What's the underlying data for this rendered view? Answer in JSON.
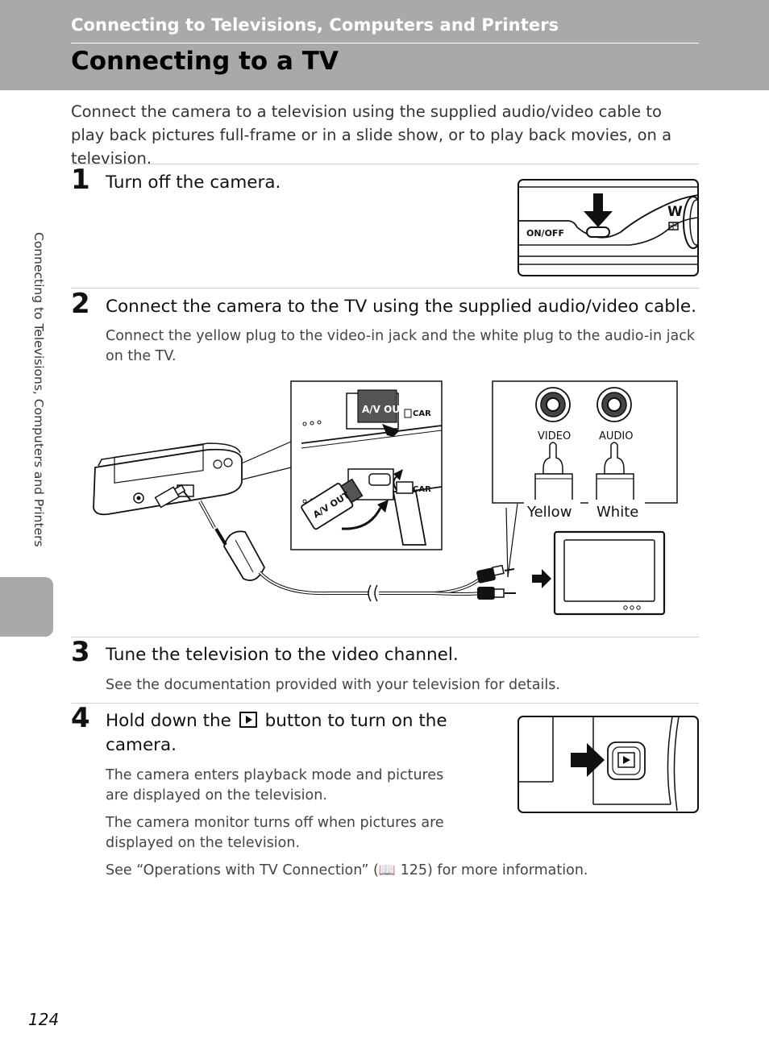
{
  "header": {
    "section_title": "Connecting to Televisions, Computers and Printers",
    "page_title": "Connecting to a TV"
  },
  "intro": "Connect the camera to a television using the supplied audio/video cable to play back pictures full-frame or in a slide show, or to play back movies, on a television.",
  "side_tab": {
    "label": "Connecting to Televisions, Computers and Printers"
  },
  "steps": [
    {
      "number": "1",
      "title": "Turn off the camera."
    },
    {
      "number": "2",
      "title": "Connect the camera to the TV using the supplied audio/video cable.",
      "body": "Connect the yellow plug to the video-in jack and the white plug to the audio-in jack on the TV."
    },
    {
      "number": "3",
      "title": "Tune the television to the video channel.",
      "body": "See the documentation provided with your television for details."
    },
    {
      "number": "4",
      "title_before": "Hold down the",
      "title_after": "button to turn on the camera.",
      "body1": "The camera enters playback mode and pictures are displayed on the television.",
      "body2": "The camera monitor turns off when pictures are displayed on the television.",
      "body3_before": "See “Operations with TV Connection” (",
      "body3_ref": "125",
      "body3_after": ") for more information."
    }
  ],
  "figures": {
    "onoff_label": "ON/OFF",
    "zoom_label": "W",
    "av_out_label": "A/V OUT",
    "card_label": "CAR",
    "video_label": "VIDEO",
    "audio_label": "AUDIO",
    "yellow_label": "Yellow",
    "white_label": "White"
  },
  "page_number": "124",
  "icons": [
    "play-button-icon",
    "book-reference-icon",
    "arrow-right-icon",
    "arrow-down-icon"
  ]
}
